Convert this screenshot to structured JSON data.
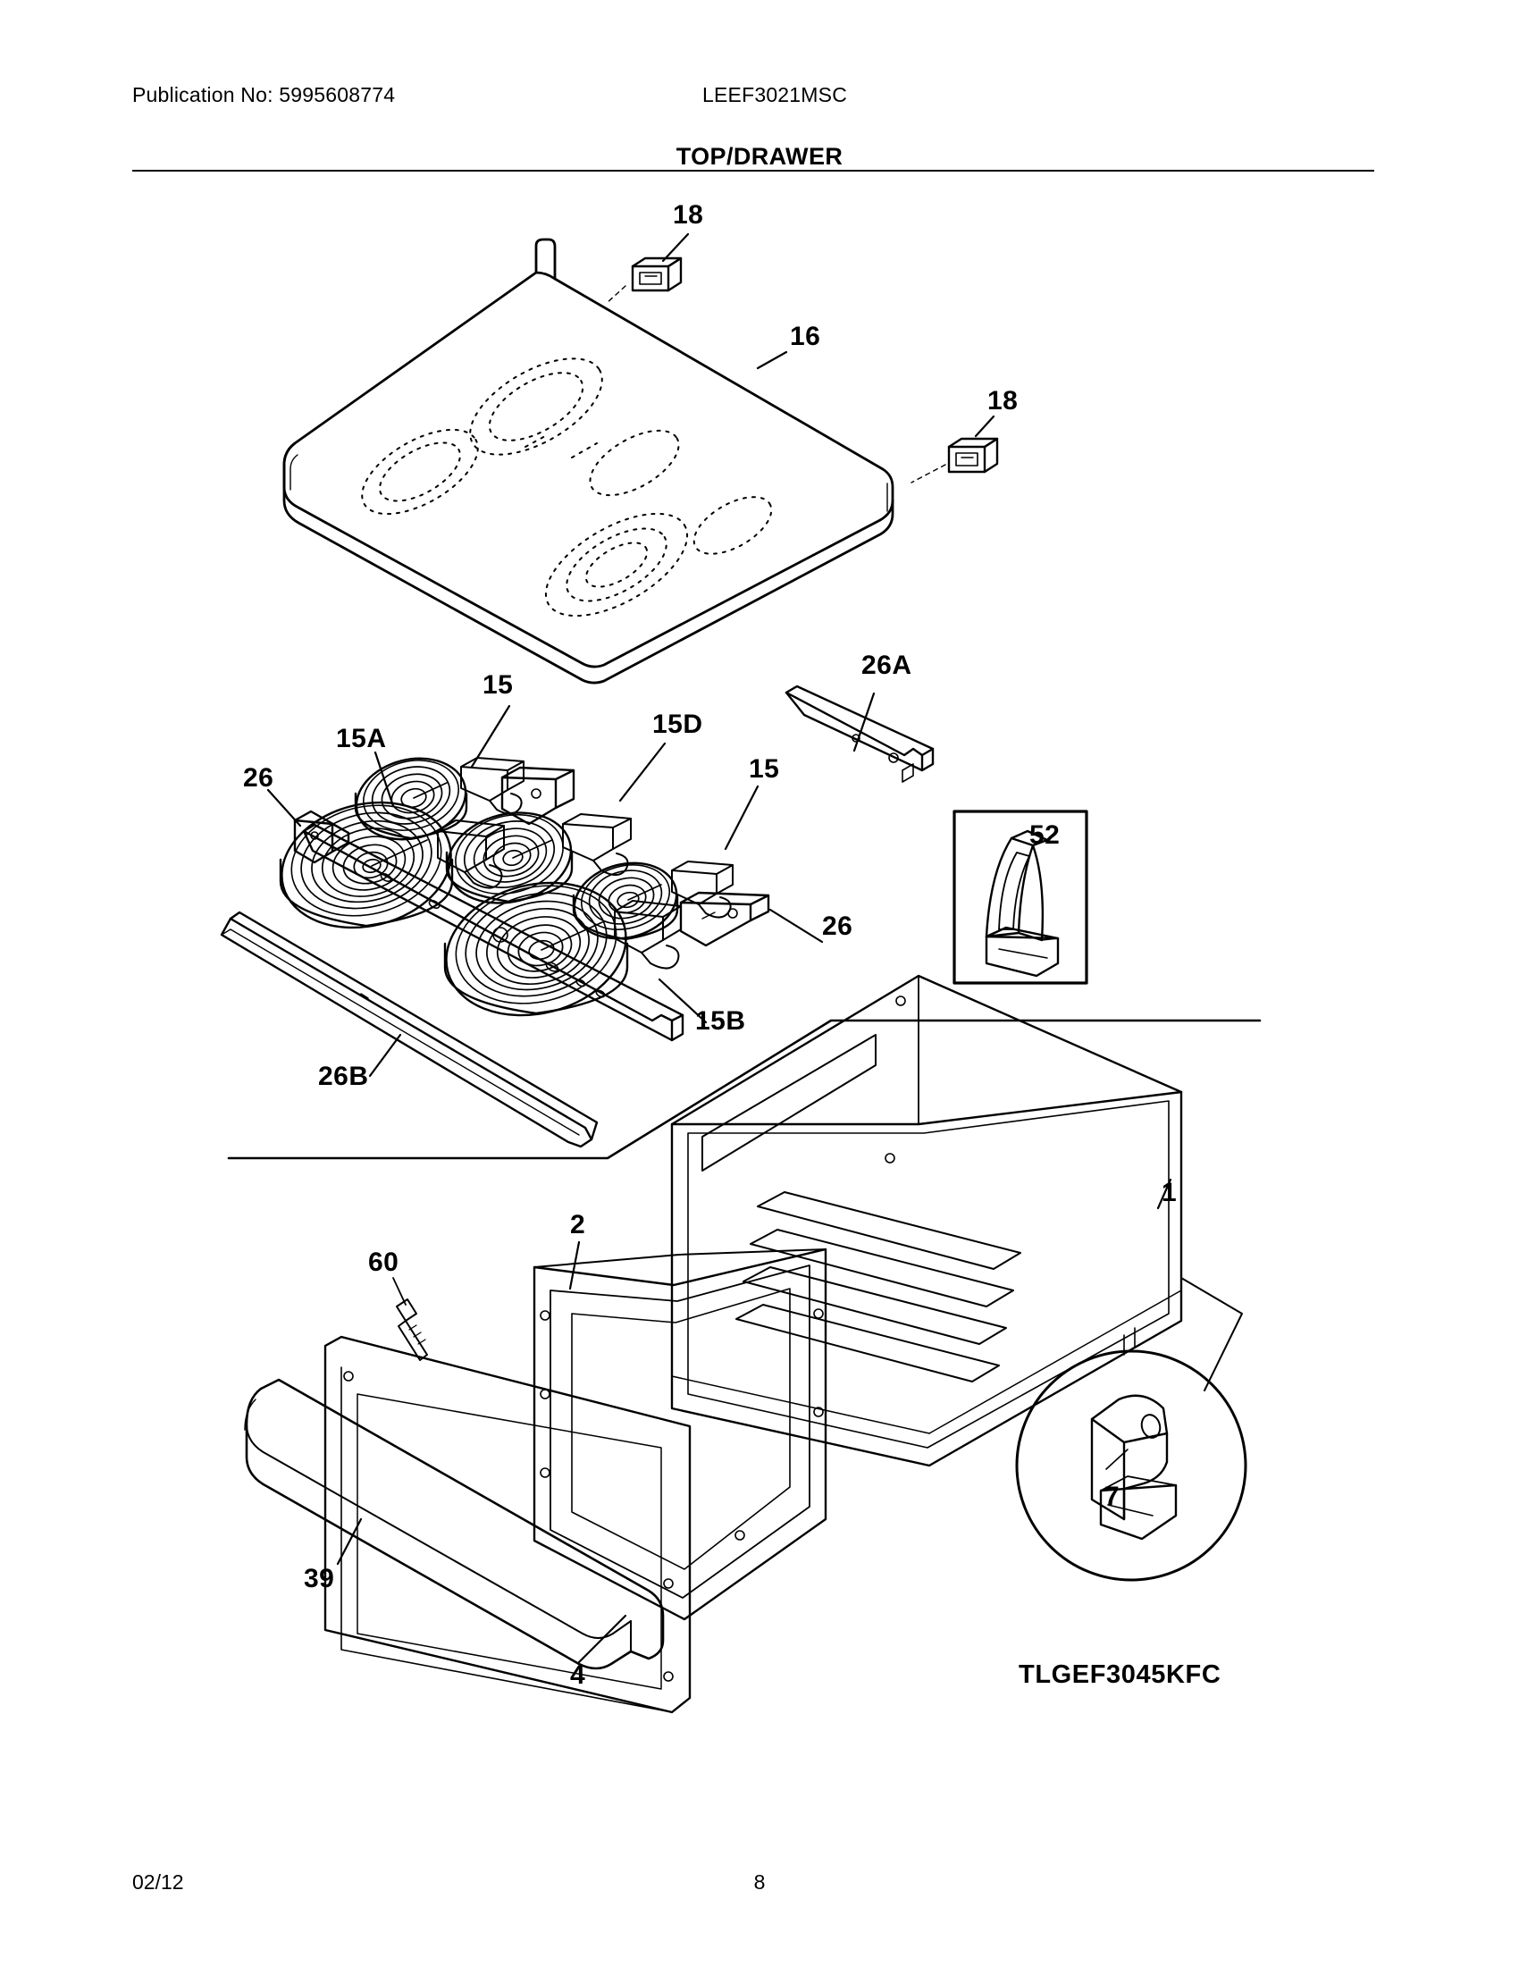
{
  "document": {
    "publication_label": "Publication No: 5995608774",
    "model_number": "LEEF3021MSC",
    "sheet_title": "TOP/DRAWER",
    "footer_date": "02/12",
    "page_number": "8",
    "alternate_model_tag": "TLGEF3045KFC"
  },
  "callouts": [
    {
      "id": "c18a",
      "label": "18",
      "part": "cooktop-hinge-clip-rear"
    },
    {
      "id": "c16",
      "label": "16",
      "part": "glass-cooktop-main-top"
    },
    {
      "id": "c18b",
      "label": "18",
      "part": "cooktop-hinge-clip-right"
    },
    {
      "id": "c15a",
      "label": "15A",
      "part": "radiant-element-large"
    },
    {
      "id": "c15t",
      "label": "15",
      "part": "radiant-element-small-rear"
    },
    {
      "id": "c15d",
      "label": "15D",
      "part": "radiant-element-dual"
    },
    {
      "id": "c15r",
      "label": "15",
      "part": "radiant-element-small-right"
    },
    {
      "id": "c15b",
      "label": "15B",
      "part": "radiant-element-warming"
    },
    {
      "id": "c26l",
      "label": "26",
      "part": "element-support-bracket-left"
    },
    {
      "id": "c26r",
      "label": "26",
      "part": "element-support-bracket-right"
    },
    {
      "id": "c26a",
      "label": "26A",
      "part": "element-support-bracket-rear"
    },
    {
      "id": "c26b",
      "label": "26B",
      "part": "element-support-rail-front"
    },
    {
      "id": "c52",
      "label": "52",
      "part": "cooktop-support-bracket-inset"
    },
    {
      "id": "c1",
      "label": "1",
      "part": "storage-drawer-body"
    },
    {
      "id": "c2",
      "label": "2",
      "part": "drawer-front-frame"
    },
    {
      "id": "c4",
      "label": "4",
      "part": "drawer-front-panel"
    },
    {
      "id": "c7",
      "label": "7",
      "part": "drawer-glide-roller-inset"
    },
    {
      "id": "c39",
      "label": "39",
      "part": "drawer-handle"
    },
    {
      "id": "c60",
      "label": "60",
      "part": "drawer-handle-screw"
    }
  ],
  "insets": {
    "bracket_inset_label": "52",
    "glide_inset_label": "7"
  }
}
